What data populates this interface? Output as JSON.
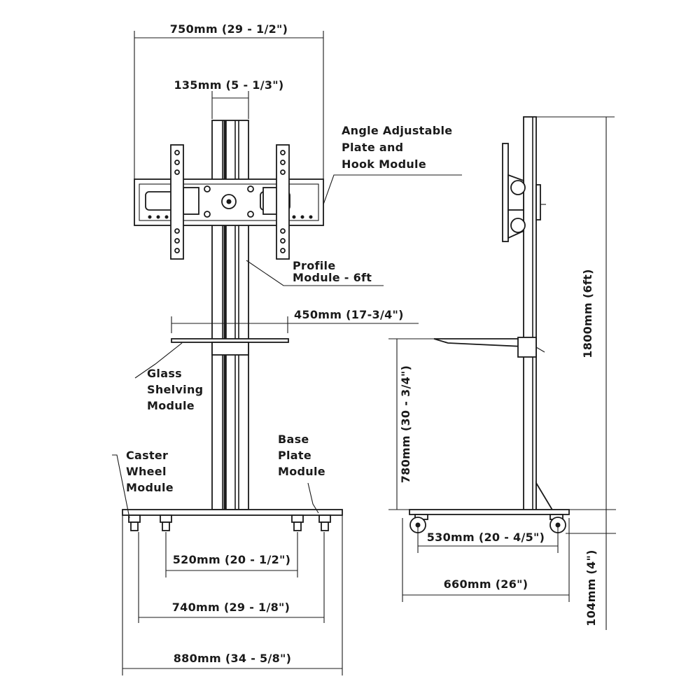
{
  "front_view": {
    "dim_top_width": "750mm (29 - 1/2\")",
    "dim_pole_width": "135mm (5 - 1/3\")",
    "dim_shelf_width": "450mm (17-3/4\")",
    "dim_inner_casters": "520mm (20 - 1/2\")",
    "dim_outer_casters": "740mm (29 - 1/8\")",
    "dim_base_width": "880mm (34 - 5/8\")"
  },
  "callouts": {
    "angle_plate": [
      "Angle Adjustable",
      "Plate and",
      "Hook Module"
    ],
    "profile": [
      "Profile",
      "Module - 6ft"
    ],
    "glass_shelf": [
      "Glass",
      "Shelving",
      "Module"
    ],
    "caster": [
      "Caster",
      "Wheel",
      "Module"
    ],
    "base_plate": [
      "Base",
      "Plate",
      "Module"
    ]
  },
  "side_view": {
    "dim_total_height": "1800mm (6ft)",
    "dim_shelf_height": "780mm (30 - 3/4\")",
    "dim_caster_span": "530mm (20 - 4/5\")",
    "dim_base_depth": "660mm (26\")",
    "dim_base_height": "104mm (4\")"
  }
}
